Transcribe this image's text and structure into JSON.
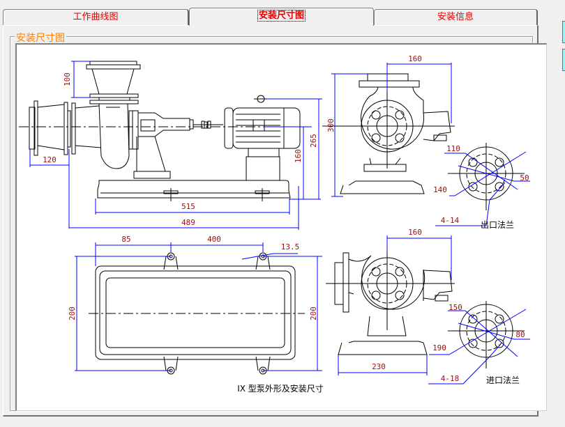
{
  "tabs": [
    {
      "label": "工作曲线图",
      "active": false
    },
    {
      "label": "安装尺寸图",
      "active": true
    },
    {
      "label": "安装信息",
      "active": false
    }
  ],
  "group": {
    "label": "安装尺寸图"
  },
  "drawing": {
    "caption": "IX 型泵外形及安装尺寸",
    "side_view_dims": {
      "inlet_height": "100",
      "inlet_offset": "120",
      "base_length": "515",
      "overall_length": "489",
      "motor_shaft_height": "160",
      "motor_top_height": "265"
    },
    "front_view_top": {
      "width": "160",
      "height": "300"
    },
    "outlet_flange": {
      "title": "出口法兰",
      "outer_dia": "140",
      "bolt_circle": "110",
      "bore": "50",
      "bolts": "4-14"
    },
    "base_plan": {
      "bolt_offset": "85",
      "bolt_span": "400",
      "bolt_hole": "13.5",
      "width_left": "200",
      "width_right": "200"
    },
    "front_view_bottom": {
      "width": "160",
      "base_width": "230"
    },
    "inlet_flange": {
      "title": "进口法兰",
      "outer_dia": "190",
      "bolt_circle": "150",
      "bore": "80",
      "bolts": "4-18"
    }
  },
  "colors": {
    "tab_text": "#e00000",
    "group_label": "#ff8000",
    "dimension_line": "#0000ff",
    "dimension_text": "#a01010"
  }
}
